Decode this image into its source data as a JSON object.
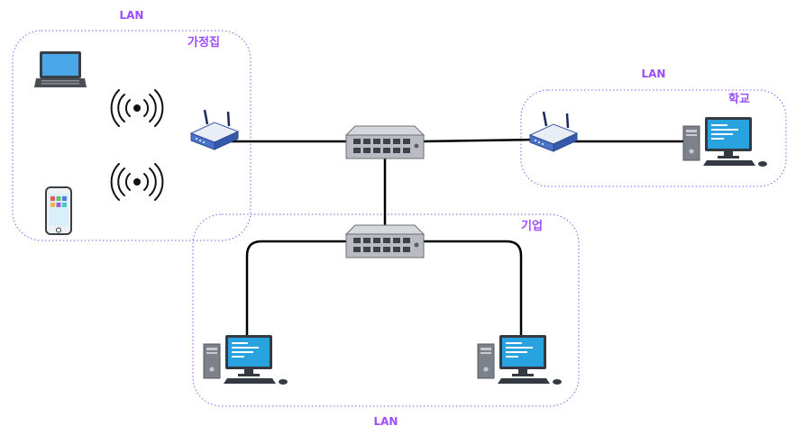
{
  "labels": {
    "lan_home": "LAN",
    "lan_school": "LAN",
    "lan_company": "LAN",
    "zone_home": "가정집",
    "zone_school": "학교",
    "zone_company": "기업"
  },
  "colors": {
    "label": "#9b4dff",
    "zone_border": "#8a5cf6",
    "link": "#000000",
    "switch_body": "#b8bcc2",
    "router_body": "#4a72c8",
    "monitor_screen": "#29a3e0"
  },
  "icons": {
    "laptop": "laptop-icon",
    "smartphone": "smartphone-icon",
    "wifi": "wifi-signal-icon",
    "router": "wireless-router-icon",
    "switch": "network-switch-icon",
    "desktop": "desktop-computer-icon"
  }
}
